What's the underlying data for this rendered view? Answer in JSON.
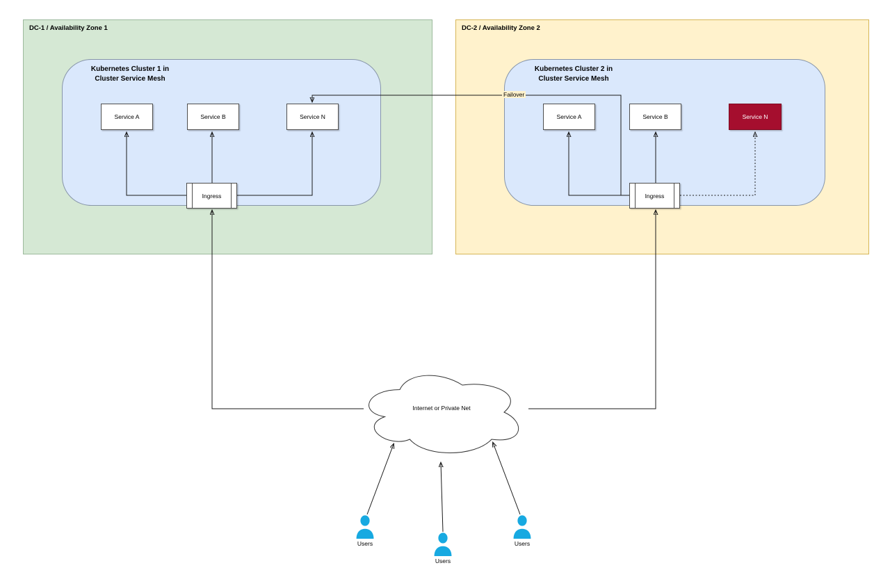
{
  "diagram": {
    "zones": [
      {
        "title": "DC-1 / Availability Zone 1",
        "cluster": {
          "title_line1": "Kubernetes Cluster 1 in",
          "title_line2": "Cluster Service Mesh",
          "services": [
            "Service A",
            "Service B",
            "Service N"
          ],
          "ingress_label": "Ingress"
        }
      },
      {
        "title": "DC-2 / Availability Zone 2",
        "cluster": {
          "title_line1": "Kubernetes Cluster 2 in",
          "title_line2": "Cluster Service Mesh",
          "services": [
            "Service A",
            "Service B",
            "Service N"
          ],
          "failed_service": "Service N",
          "ingress_label": "Ingress"
        }
      }
    ],
    "failover_label": "Failover",
    "cloud_label": "Internet or Private Net",
    "user_labels": [
      "Users",
      "Users",
      "Users"
    ],
    "colors": {
      "zone1_fill": "#D5E8D4",
      "zone1_border": "#9CB99C",
      "zone2_fill": "#FFF2CC",
      "zone2_border": "#D6B656",
      "cluster_fill": "#DAE8FC",
      "cluster_border": "#8795A9",
      "service_fill": "#FFFFFF",
      "service_border": "#4D4D4D",
      "failed_service_fill": "#A50E2E",
      "failed_service_text": "#FFFFFF",
      "user_icon": "#17A9E1",
      "connector": "#1A1A1A"
    }
  }
}
